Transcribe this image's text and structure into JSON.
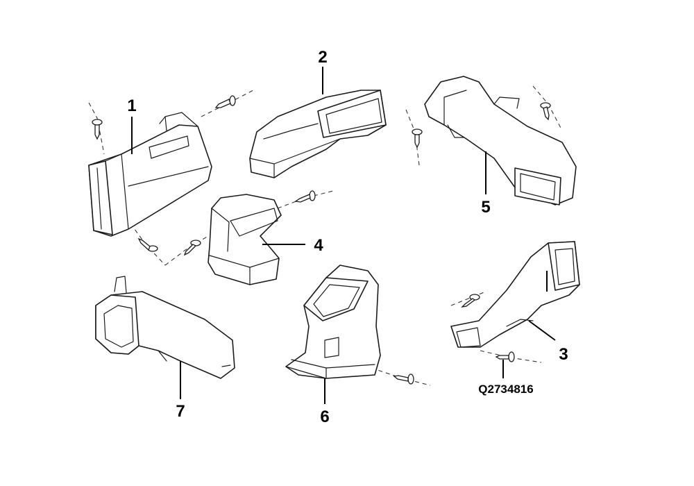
{
  "callouts": [
    {
      "id": "1",
      "label": "1"
    },
    {
      "id": "2",
      "label": "2"
    },
    {
      "id": "3",
      "label": "3"
    },
    {
      "id": "4",
      "label": "4"
    },
    {
      "id": "5",
      "label": "5"
    },
    {
      "id": "6",
      "label": "6"
    },
    {
      "id": "7",
      "label": "7"
    }
  ],
  "reference_code": "Q2734816"
}
